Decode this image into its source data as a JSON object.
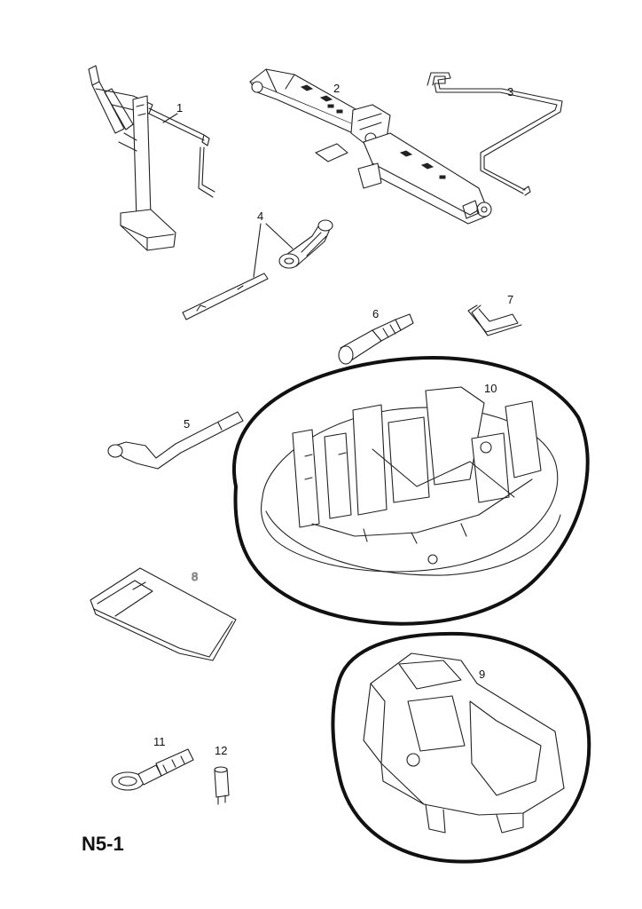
{
  "diagram_code": "N5-1",
  "callouts": {
    "p1": "1",
    "p2": "2",
    "p3": "3",
    "p4": "4",
    "p5": "5",
    "p6": "6",
    "p7": "7",
    "p8": "8",
    "p9": "9",
    "p10": "10",
    "p11": "11",
    "p12": "12"
  },
  "colors": {
    "line": "#222222",
    "background": "#ffffff",
    "label_8": "#9a9a9a",
    "highlight_ring": "#111111"
  }
}
